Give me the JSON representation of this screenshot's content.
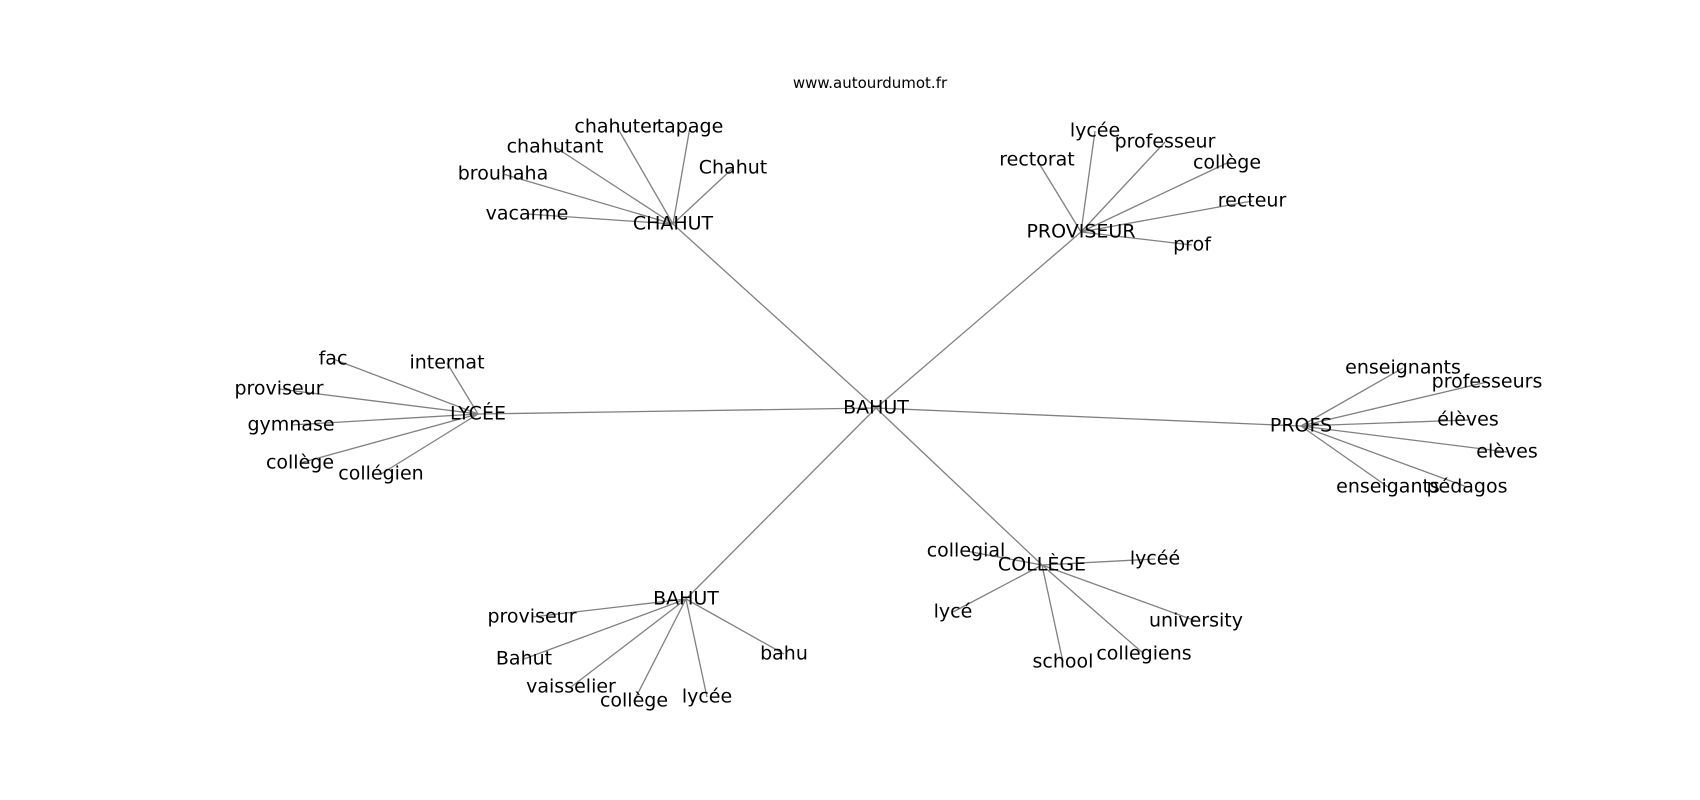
{
  "source_url": "www.autourdumot.fr",
  "center": {
    "label": "BAHUT"
  },
  "clusters": [
    {
      "id": "chahut",
      "label": "CHAHUT",
      "leaves": [
        "chahuter",
        "tapage",
        "chahutant",
        "Chahut",
        "brouhaha",
        "vacarme"
      ]
    },
    {
      "id": "proviseur",
      "label": "PROVISEUR",
      "leaves": [
        "lycée",
        "professeur",
        "rectorat",
        "collège",
        "recteur",
        "prof"
      ]
    },
    {
      "id": "lycee",
      "label": "LYCÉE",
      "leaves": [
        "fac",
        "internat",
        "proviseur",
        "gymnase",
        "collège",
        "collégien"
      ]
    },
    {
      "id": "profs",
      "label": "PROFS",
      "leaves": [
        "enseignants",
        "professeurs",
        "élèves",
        "elèves",
        "enseigants",
        "pédagos"
      ]
    },
    {
      "id": "bahut",
      "label": "BAHUT",
      "leaves": [
        "proviseur",
        "Bahut",
        "vaisselier",
        "collège",
        "lycée",
        "bahu"
      ]
    },
    {
      "id": "college",
      "label": "COLLÈGE",
      "leaves": [
        "collegial",
        "lycéé",
        "lycé",
        "university",
        "school",
        "collegiens"
      ]
    }
  ]
}
